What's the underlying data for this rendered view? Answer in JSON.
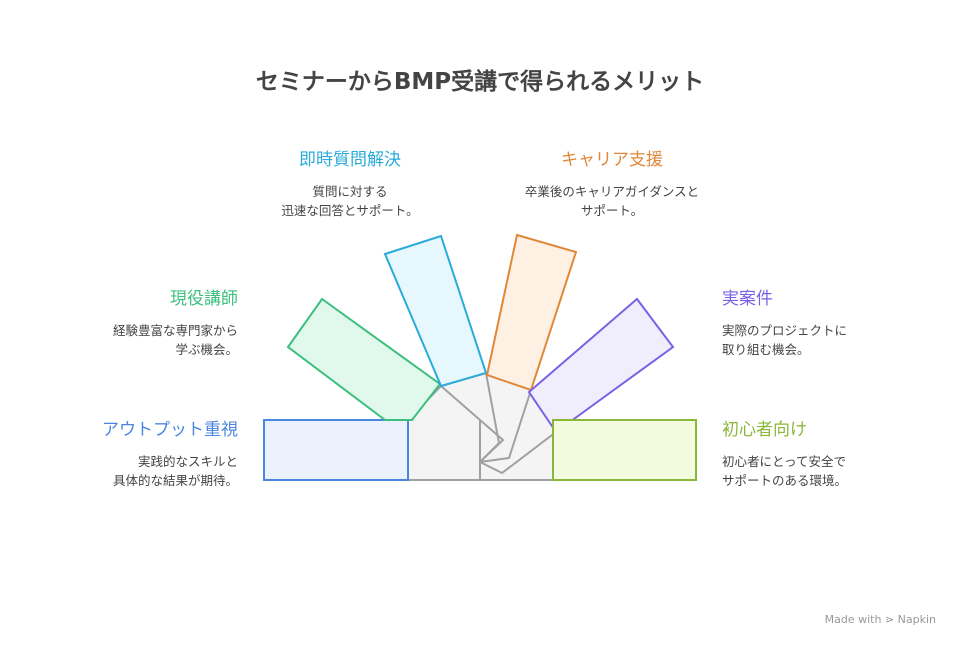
{
  "title": "セミナーからBMP受講で得られるメリット",
  "items": [
    {
      "heading": "即時質問解決",
      "desc1": "質問に対する",
      "desc2": "迅速な回答とサポート。",
      "color": "#2aabd9"
    },
    {
      "heading": "キャリア支援",
      "desc1": "卒業後のキャリアガイダンスと",
      "desc2": "サポート。",
      "color": "#e0883a"
    },
    {
      "heading": "現役講師",
      "desc1": "経験豊富な専門家から",
      "desc2": "学ぶ機会。",
      "color": "#3dbf7f"
    },
    {
      "heading": "実案件",
      "desc1": "実際のプロジェクトに",
      "desc2": "取り組む機会。",
      "color": "#7b61e3"
    },
    {
      "heading": "アウトプット重視",
      "desc1": "実践的なスキルと",
      "desc2": "具体的な結果が期待。",
      "color": "#4a86e0"
    },
    {
      "heading": "初心者向け",
      "desc1": "初心者にとって安全で",
      "desc2": "サポートのある環境。",
      "color": "#8ab83a"
    }
  ],
  "watermark": "Made with ⋗ Napkin"
}
